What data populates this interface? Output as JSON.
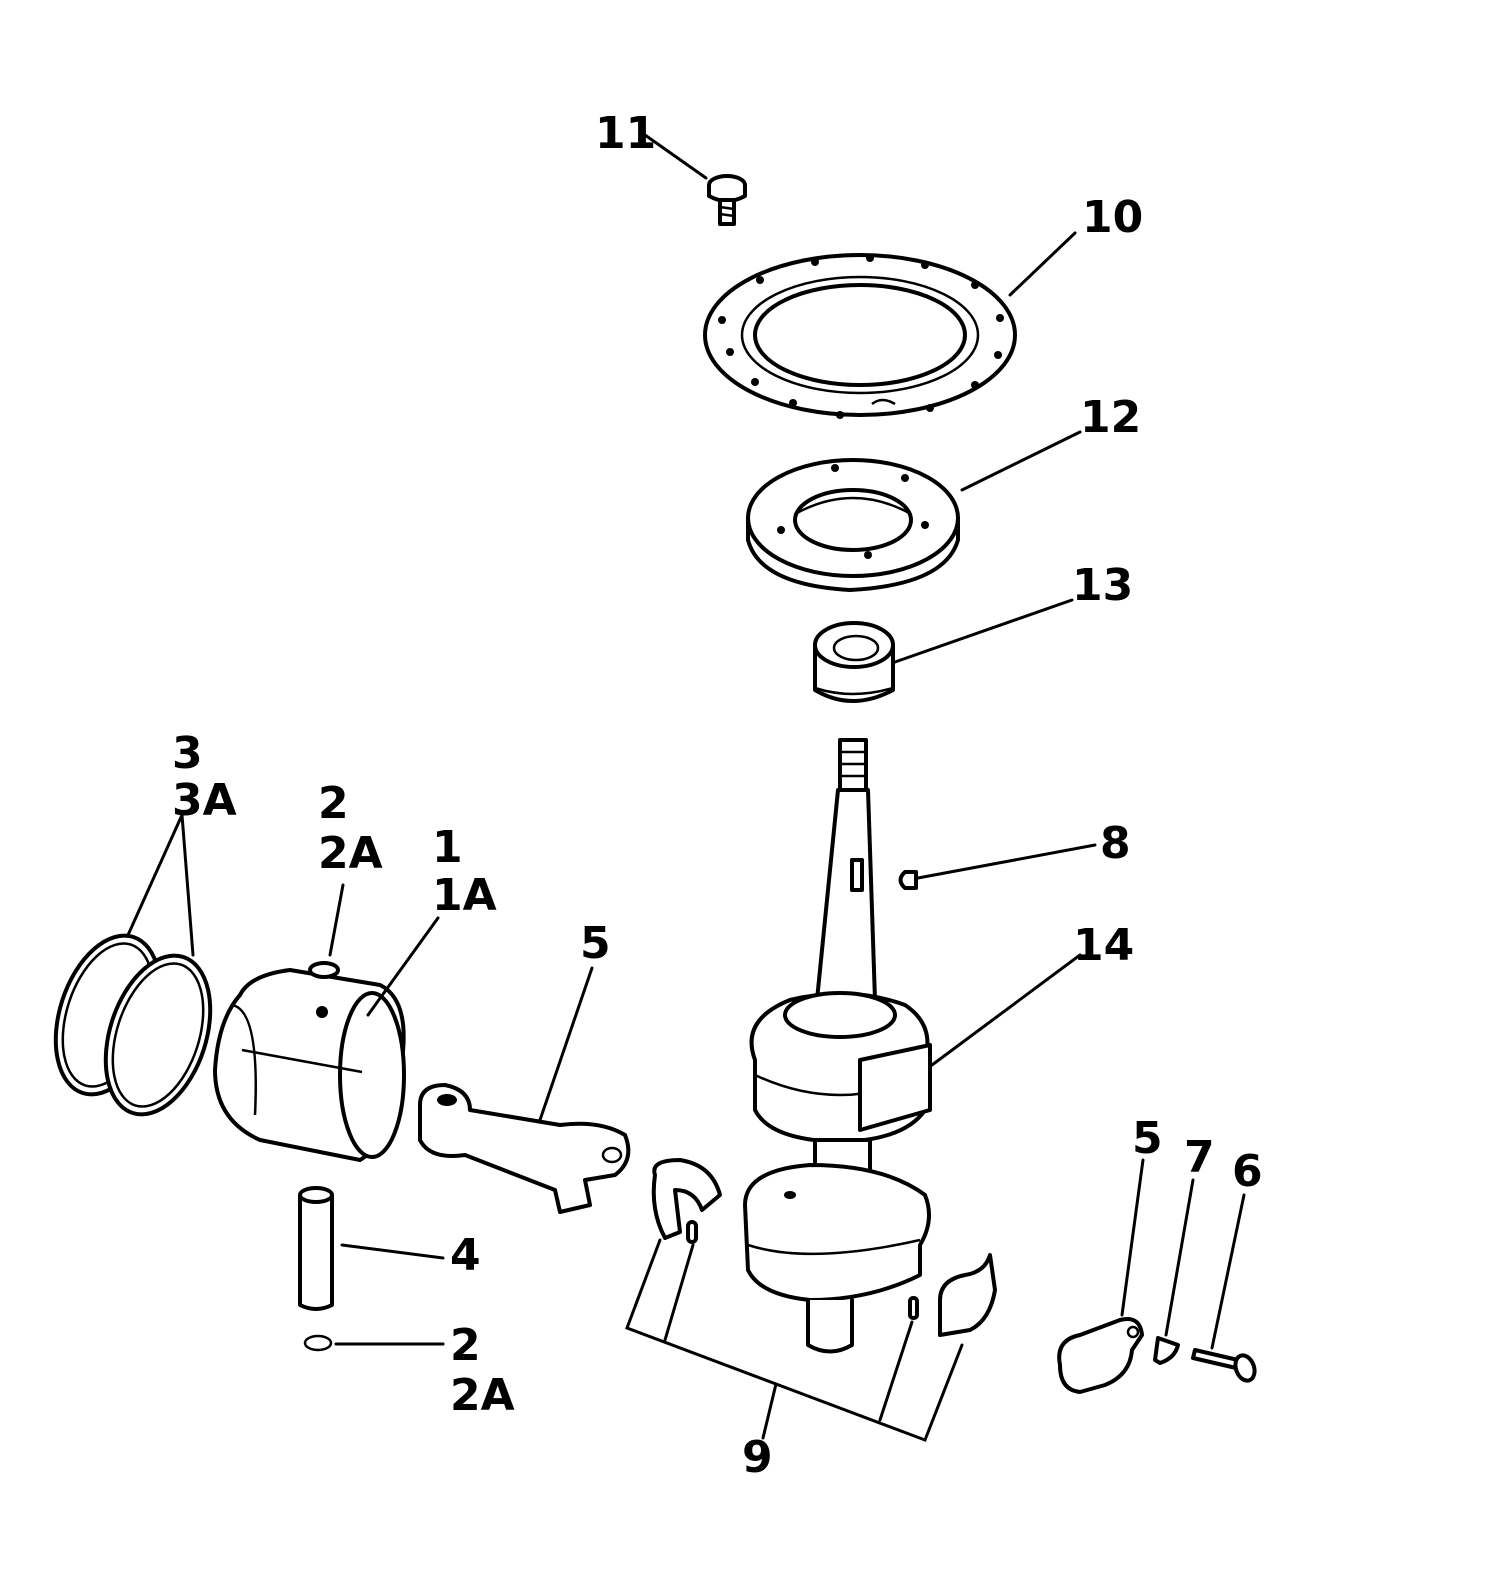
{
  "labels": {
    "l11": "11",
    "l10": "10",
    "l12": "12",
    "l13": "13",
    "l3": "3",
    "l3a": "3A",
    "l2_top": "2",
    "l2a_top": "2A",
    "l1": "1",
    "l1a": "1A",
    "l5_left": "5",
    "l8": "8",
    "l14": "14",
    "l4": "4",
    "l2_bottom": "2",
    "l2a_bottom": "2A",
    "l5_right": "5",
    "l7": "7",
    "l6": "6",
    "l9": "9"
  }
}
